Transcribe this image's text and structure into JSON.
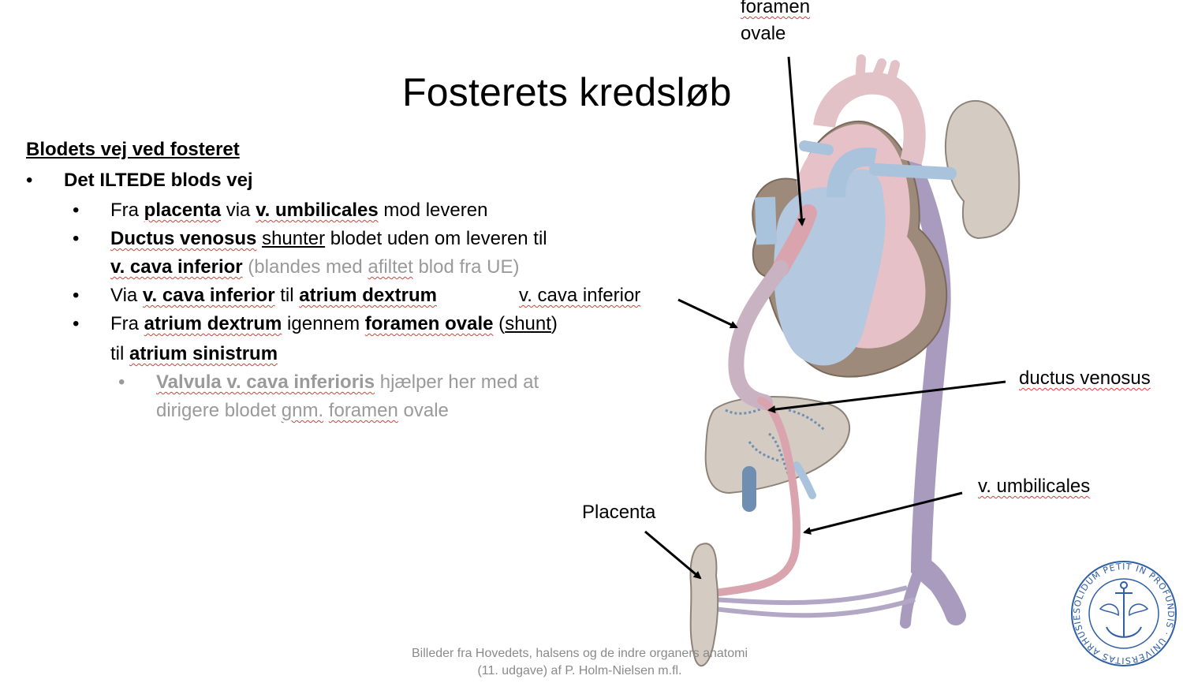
{
  "slide": {
    "title": "Fosterets kredsløb",
    "heading": "Blodets vej ved fosteret",
    "bullet_char": "•",
    "level1": {
      "label": "Det ILTEDE blods vej"
    },
    "items": {
      "item1": {
        "a": "Fra ",
        "b": "placenta",
        "c": " via ",
        "d": "v. umbilicales",
        "e": " mod leveren"
      },
      "item2": {
        "a": "Ductus venosus",
        "b": " ",
        "c": "shunter",
        "d": " blodet uden om leveren til"
      },
      "item2b": {
        "a": "v. cava inferior",
        "b": " (blandes med ",
        "c": "afiltet",
        "d": " blod fra UE)"
      },
      "item3": {
        "a": "Via ",
        "b": "v. cava inferior",
        "c": " til ",
        "d": "atrium dextrum"
      },
      "item4": {
        "a": "Fra ",
        "b": "atrium dextrum",
        "c": " igennem ",
        "d": "foramen ovale",
        "e": " (",
        "f": "shunt",
        "g": ")"
      },
      "item4b": {
        "a": "til ",
        "b": "atrium sinistrum"
      },
      "sub1": {
        "a": "Valvula v. cava inferioris",
        "b": " hjælper her med at"
      },
      "sub1b": {
        "a": "dirigere blodet ",
        "b": "gnm.",
        "c": " ",
        "d": "foramen",
        "e": " ovale"
      }
    },
    "labels": {
      "foramen_line1": "foramen",
      "foramen_line2": "ovale",
      "vci": "v. cava inferior",
      "ductus": "ductus venosus",
      "umbilicales": "v. umbilicales",
      "placenta": "Placenta"
    },
    "caption": {
      "line1": "Billeder fra Hovedets, halsens og de indre organers anatomi",
      "line2": "(11. udgave) af P. Holm-Nielsen m.fl."
    },
    "seal": {
      "text": "SOLIDUM PETIT IN PROFUNDIS · UNIVERSITAS ARHUSIENSIS ·"
    },
    "colors": {
      "artery_red": "#d9a4ad",
      "vein_blue": "#a9c3dc",
      "purple": "#a89bbd",
      "tissue": "#cfc3b6",
      "brown": "#9b8878",
      "seal_blue": "#2f5fa5",
      "gray_text": "#9a9a9a"
    }
  }
}
